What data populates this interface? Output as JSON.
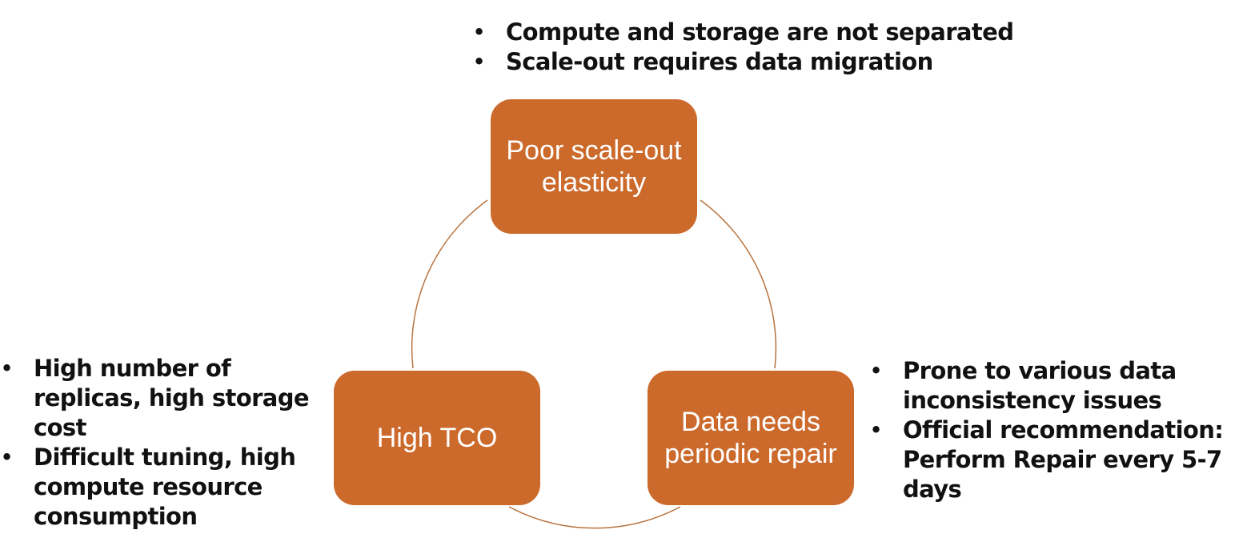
{
  "colors": {
    "node_fill": "#cc6a2c",
    "node_text": "#ffffff",
    "connector": "#b8733f",
    "bullet_text": "#111111"
  },
  "nodes": {
    "top": {
      "label": "Poor scale-out elasticity"
    },
    "left": {
      "label": "High TCO"
    },
    "right": {
      "label": "Data needs periodic repair"
    }
  },
  "notes": {
    "top": [
      "Compute and storage are not separated",
      "Scale-out requires data migration"
    ],
    "left": [
      "High number of replicas, high storage cost",
      "Difficult tuning, high compute resource consumption"
    ],
    "right": [
      "Prone to various data inconsistency issues",
      "Official recommendation: Perform Repair every 5-7 days"
    ]
  }
}
